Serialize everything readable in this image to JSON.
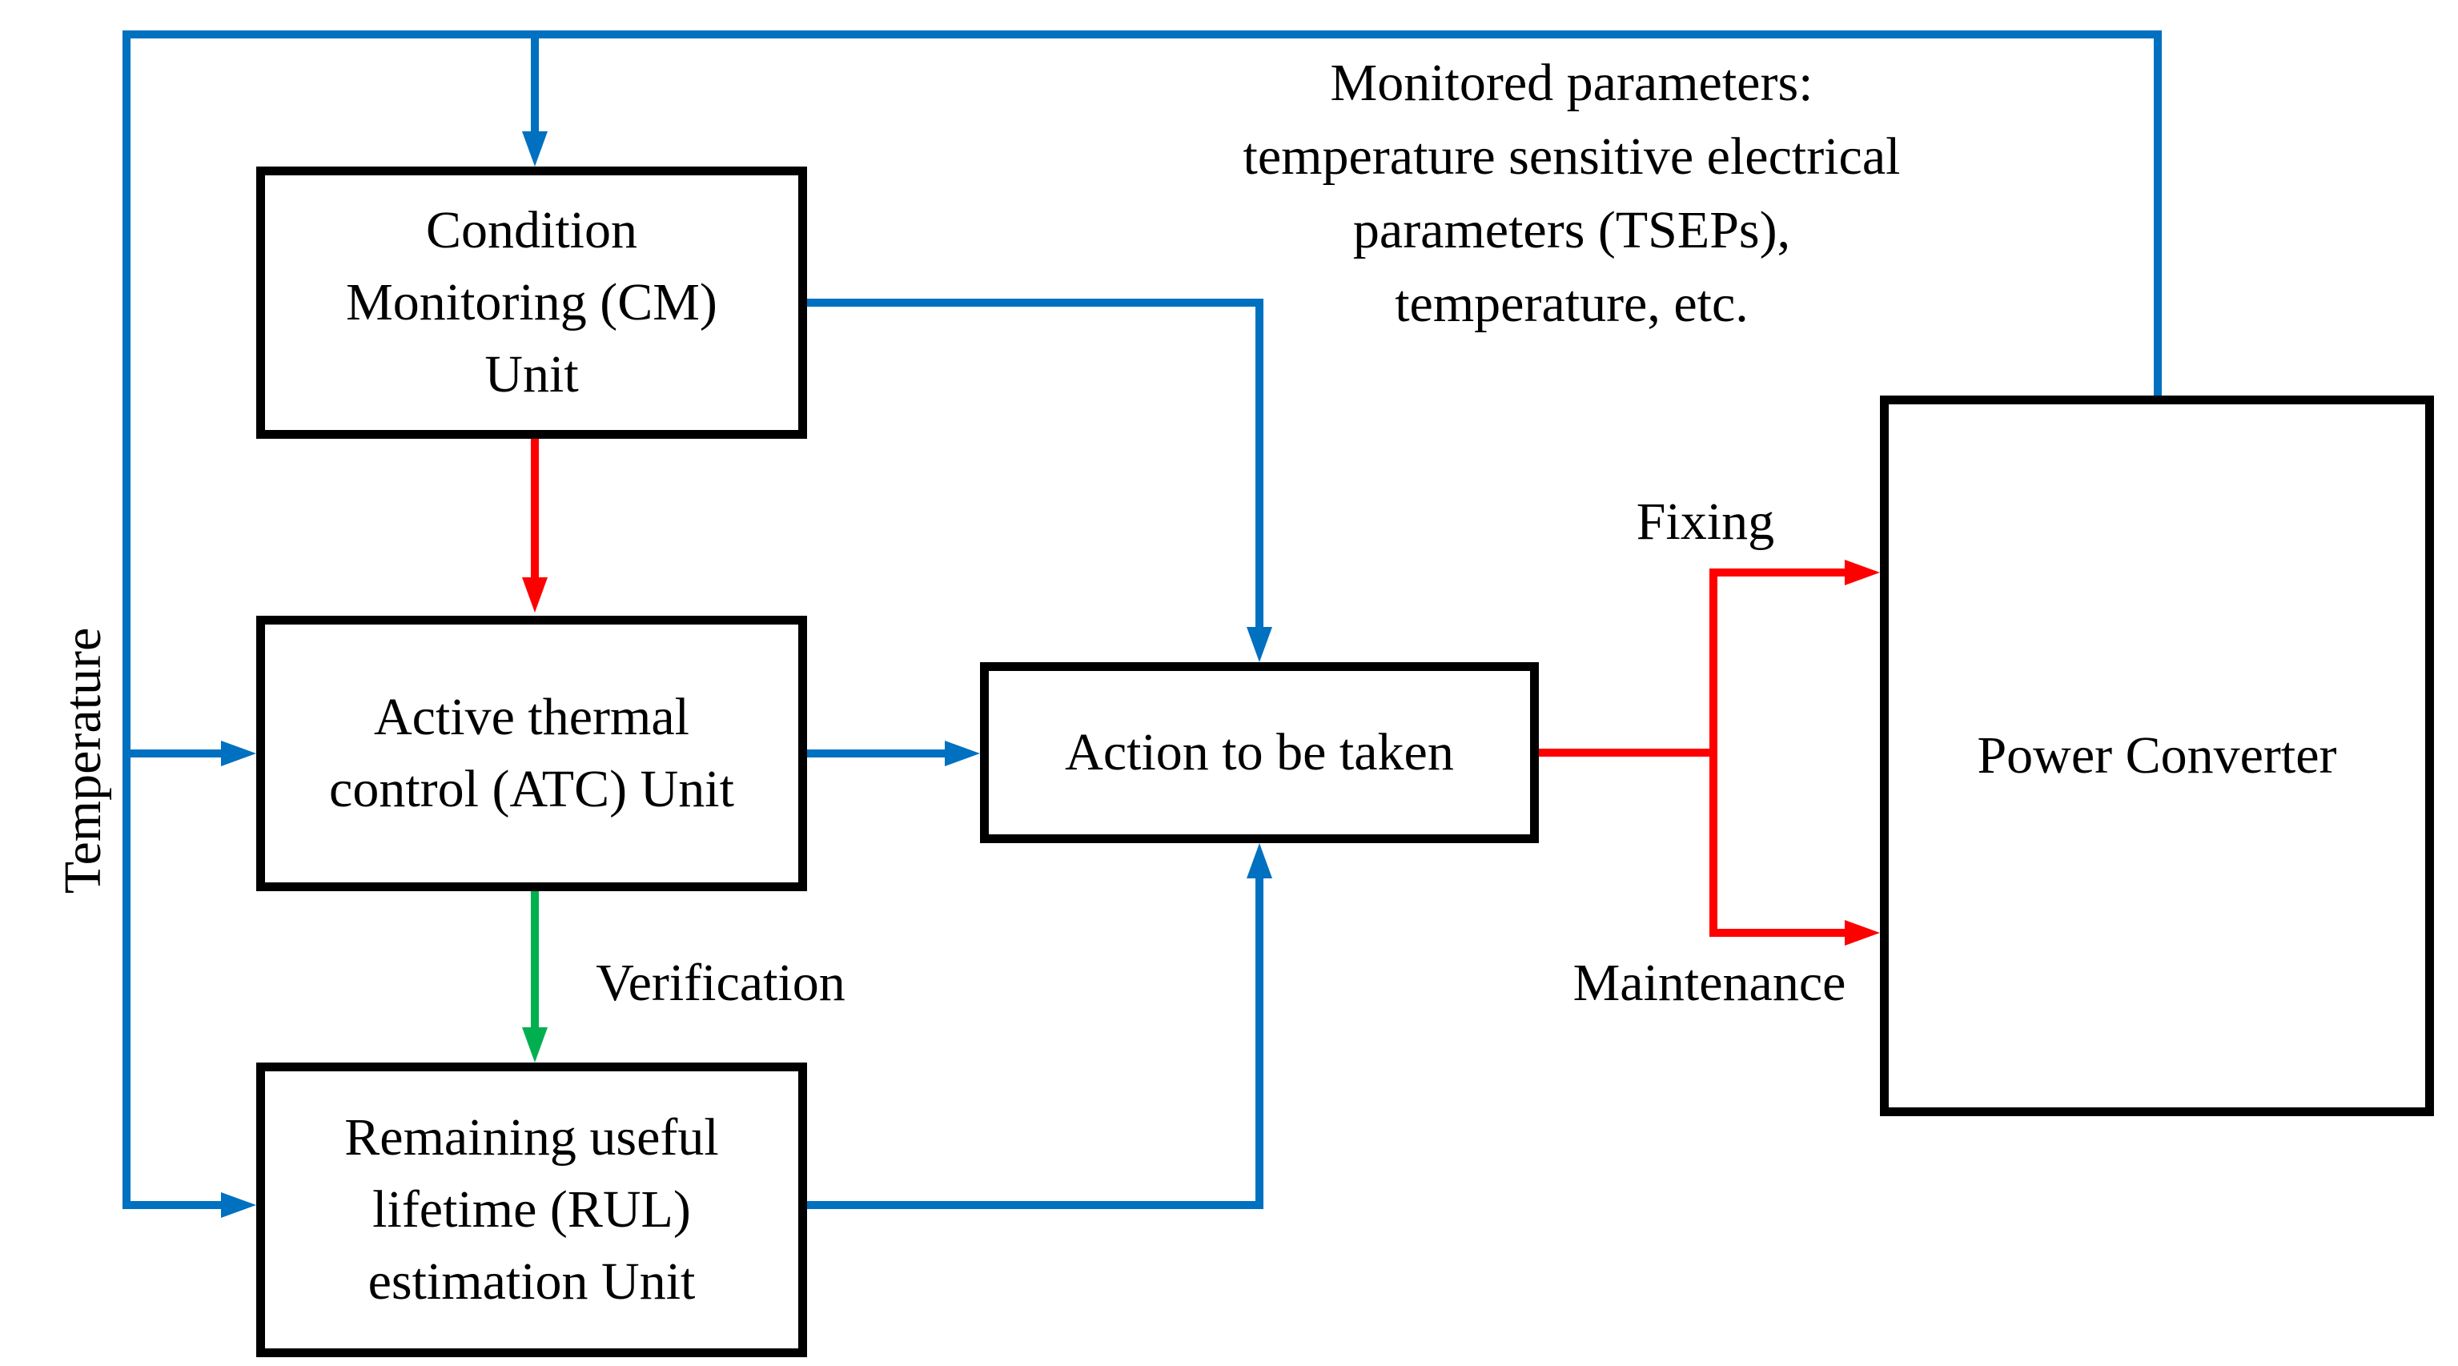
{
  "colors": {
    "blue": "#0070C0",
    "red": "#FF0000",
    "green": "#00B050",
    "box_border": "#000000",
    "text": "#000000",
    "background": "#FFFFFF"
  },
  "boxes": {
    "cm": {
      "lines": [
        "Condition",
        "Monitoring (CM)",
        "Unit"
      ]
    },
    "atc": {
      "lines": [
        "Active thermal",
        "control (ATC) Unit"
      ]
    },
    "rul": {
      "lines": [
        "Remaining useful",
        "lifetime (RUL)",
        "estimation Unit"
      ]
    },
    "action": {
      "label": "Action to be taken"
    },
    "pc": {
      "label": "Power Converter"
    }
  },
  "labels": {
    "temperature": "Temperature",
    "monitored_lines": [
      "Monitored parameters:",
      "temperature sensitive electrical",
      "parameters (TSEPs),",
      "temperature, etc."
    ],
    "verification": "Verification",
    "fixing": "Fixing",
    "maintenance": "Maintenance"
  }
}
